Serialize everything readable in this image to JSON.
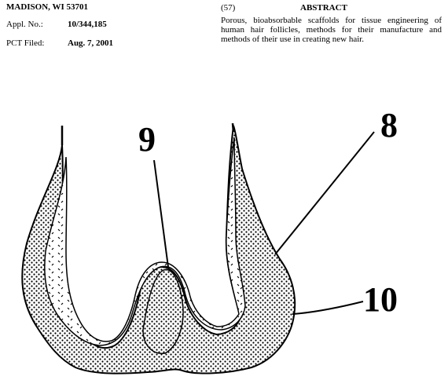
{
  "header": {
    "address": "MADISON, WI 53701",
    "appl_no_label": "Appl. No.:",
    "appl_no_value": "10/344,185",
    "pct_label": "PCT Filed:",
    "pct_value": "Aug. 7, 2001"
  },
  "abstract": {
    "number": "(57)",
    "title": "ABSTRACT",
    "text": "Porous, bioabsorbable scaffolds for tissue engineering of human hair follicles, methods for their manufacture and methods of their use in creating new hair."
  },
  "figure": {
    "refs": [
      "9",
      "8",
      "10"
    ]
  }
}
